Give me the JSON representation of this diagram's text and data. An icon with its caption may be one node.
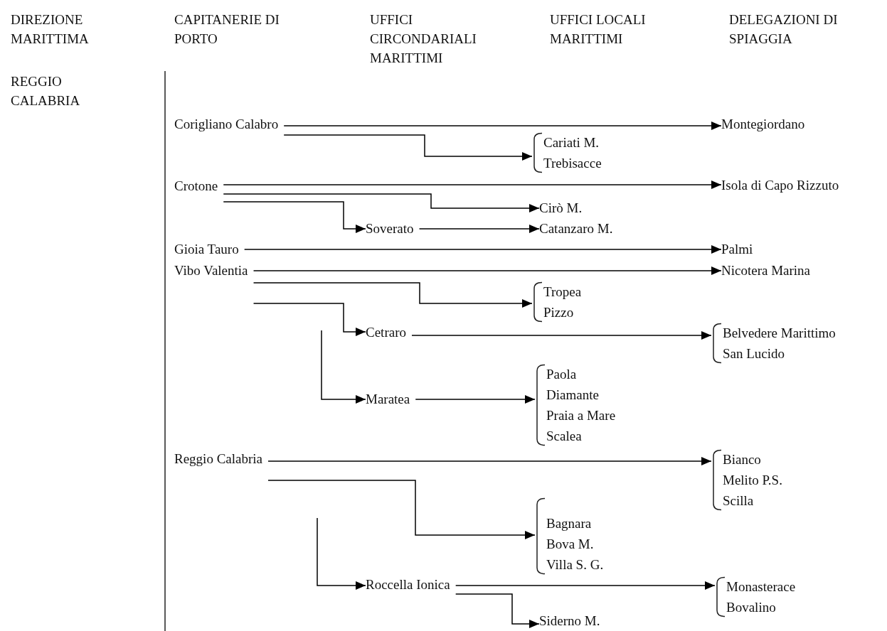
{
  "diagram": {
    "nodes": [
      {
        "text": [
          "Corigliano Calabro"
        ]
      },
      {
        "text": [
          "Montegiordano"
        ]
      },
      {
        "text": [
          "Cariati M.",
          "Trebisacce"
        ]
      },
      {
        "text": [
          "Crotone"
        ]
      },
      {
        "text": [
          "Isola di Capo Rizzuto"
        ]
      },
      {
        "text": [
          "Cirò M."
        ]
      },
      {
        "text": [
          "Soverato"
        ]
      },
      {
        "text": [
          "Catanzaro M."
        ]
      },
      {
        "text": [
          "Gioia Tauro"
        ]
      },
      {
        "text": [
          "Palmi"
        ]
      },
      {
        "text": [
          "Vibo Valentia"
        ]
      },
      {
        "text": [
          "Nicotera Marina"
        ]
      },
      {
        "text": [
          "Tropea",
          "Pizzo"
        ]
      },
      {
        "text": [
          "Cetraro"
        ]
      },
      {
        "text": [
          "Belvedere Marittimo",
          "San Lucido"
        ]
      },
      {
        "text": [
          "Maratea"
        ]
      },
      {
        "text": [
          "Paola",
          "Diamante",
          "Praia a Mare",
          "Scalea"
        ]
      },
      {
        "text": [
          "Reggio Calabria"
        ]
      },
      {
        "text": [
          "Bianco",
          "Melito P.S.",
          "Scilla"
        ]
      },
      {
        "text": [
          "Bagnara",
          "Bova M.",
          "Villa S. G."
        ]
      },
      {
        "text": [
          "Roccella Ionica"
        ]
      },
      {
        "text": [
          "Monasterace",
          "Bovalino"
        ]
      },
      {
        "text": [
          "Siderno M."
        ]
      }
    ],
    "edges": [
      {
        "from": 0,
        "to": 1,
        "arrow": "to"
      },
      {
        "from": 0,
        "to": 2,
        "arrow": "to"
      },
      {
        "from": 3,
        "to": 4,
        "arrow": "to"
      },
      {
        "from": 3,
        "to": 5,
        "arrow": "to"
      },
      {
        "from": 3,
        "to": 6,
        "arrow": "to"
      },
      {
        "from": 6,
        "to": 7,
        "arrow": "to"
      },
      {
        "from": 8,
        "to": 9,
        "arrow": "to"
      },
      {
        "from": 10,
        "to": 11,
        "arrow": "to"
      },
      {
        "from": 10,
        "to": 12,
        "arrow": "to"
      },
      {
        "from": 10,
        "to": 13,
        "arrow": "to"
      },
      {
        "from": 13,
        "to": 14,
        "arrow": "to"
      },
      {
        "from": null,
        "to": 15,
        "arrow": "to"
      },
      {
        "from": 15,
        "to": 16,
        "arrow": "to"
      },
      {
        "from": 17,
        "to": 18,
        "arrow": "to"
      },
      {
        "from": 17,
        "to": 19,
        "arrow": "to"
      },
      {
        "from": null,
        "to": 20,
        "arrow": "to"
      },
      {
        "from": 20,
        "to": 21,
        "arrow": "to"
      },
      {
        "from": 20,
        "to": 22,
        "arrow": "to"
      }
    ],
    "labels": [
      "DIREZIONE MARITTIMA",
      "CAPITANERIE DI PORTO",
      "UFFICI CIRCONDARIALI MARITTIMI",
      "UFFICI LOCALI MARITTIMI",
      "DELEGAZIONI DI SPIAGGIA",
      "REGGIO CALABRIA"
    ]
  }
}
